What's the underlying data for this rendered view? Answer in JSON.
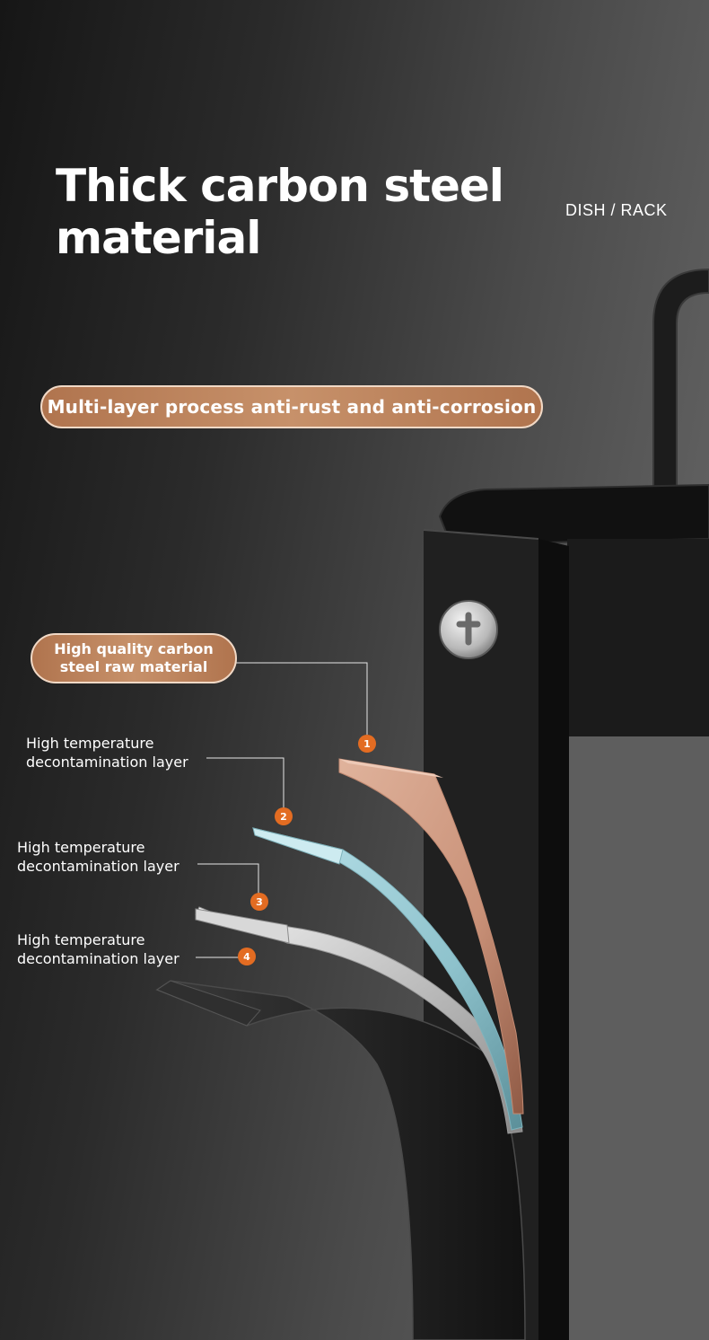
{
  "title": "Thick carbon steel material",
  "brand": "DISH / RACK",
  "banner": "Multi-layer process anti-rust and anti-corrosion",
  "layers": [
    {
      "number": "1",
      "label": "High quality carbon\nsteel raw material"
    },
    {
      "number": "2",
      "label": "High temperature\ndecontamination layer"
    },
    {
      "number": "3",
      "label": "High temperature\ndecontamination layer"
    },
    {
      "number": "4",
      "label": "High temperature\ndecontamination layer"
    }
  ],
  "colors": {
    "accent": "#b87b53",
    "marker": "#e36c22",
    "layer1": "#d9a78f",
    "layer2": "#9fcfd8",
    "layer3": "#dcdcdc",
    "layer4": "#1e1e1e"
  }
}
